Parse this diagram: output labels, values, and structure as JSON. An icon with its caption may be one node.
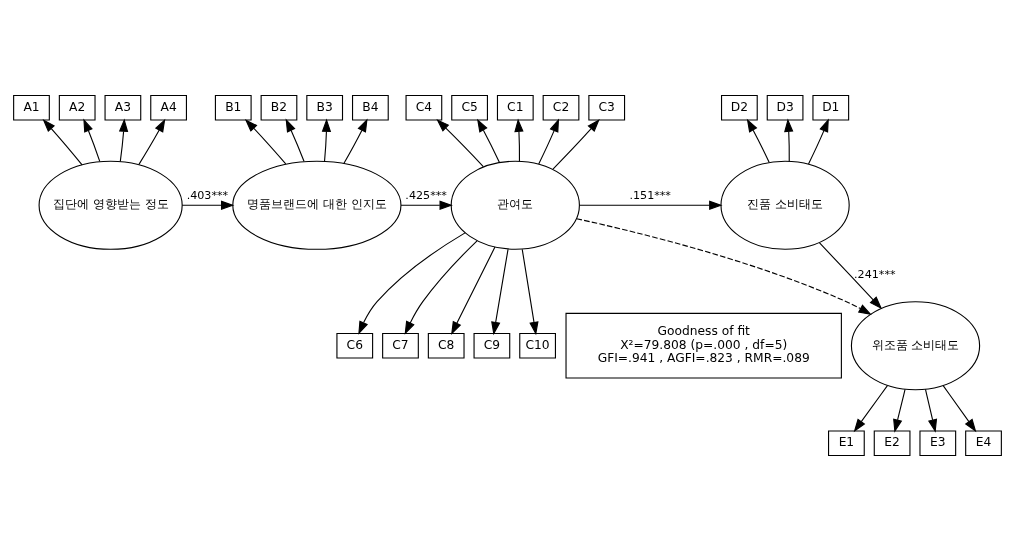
{
  "diagram": {
    "nodes": [
      {
        "text": [
          "A1"
        ]
      },
      {
        "text": [
          "A2"
        ]
      },
      {
        "text": [
          "A3"
        ]
      },
      {
        "text": [
          "A4"
        ]
      },
      {
        "text": [
          "B1"
        ]
      },
      {
        "text": [
          "B2"
        ]
      },
      {
        "text": [
          "B3"
        ]
      },
      {
        "text": [
          "B4"
        ]
      },
      {
        "text": [
          "C1"
        ]
      },
      {
        "text": [
          "C2"
        ]
      },
      {
        "text": [
          "C3"
        ]
      },
      {
        "text": [
          "C4"
        ]
      },
      {
        "text": [
          "C5"
        ]
      },
      {
        "text": [
          "D1"
        ]
      },
      {
        "text": [
          "D2"
        ]
      },
      {
        "text": [
          "D3"
        ]
      },
      {
        "text": [
          "집단에 영향받는 정도"
        ]
      },
      {
        "text": [
          "명품브랜드에 대한 인지도"
        ]
      },
      {
        "text": [
          "관여도"
        ]
      },
      {
        "text": [
          "진품 소비태도"
        ]
      },
      {
        "text": [
          "C6"
        ]
      },
      {
        "text": [
          "C7"
        ]
      },
      {
        "text": [
          "C8"
        ]
      },
      {
        "text": [
          "C9"
        ]
      },
      {
        "text": [
          "C10"
        ]
      },
      {
        "text": [
          "위조품 소비태도"
        ]
      },
      {
        "text": [
          "E1"
        ]
      },
      {
        "text": [
          "E2"
        ]
      },
      {
        "text": [
          "E3"
        ]
      },
      {
        "text": [
          "E4"
        ]
      },
      {
        "text": [
          "Goodness of fit",
          "X²=79.808 (p=.000 , df=5)",
          "GFI=.941 , AGFI=.823 , RMR=.089"
        ]
      }
    ],
    "edges": [
      {
        "from": 16,
        "to": 0,
        "arrow": "to"
      },
      {
        "from": 16,
        "to": 1,
        "arrow": "to"
      },
      {
        "from": 16,
        "to": 2,
        "arrow": "to"
      },
      {
        "from": 16,
        "to": 3,
        "arrow": "to"
      },
      {
        "from": 17,
        "to": 4,
        "arrow": "to"
      },
      {
        "from": 17,
        "to": 5,
        "arrow": "to"
      },
      {
        "from": 17,
        "to": 6,
        "arrow": "to"
      },
      {
        "from": 17,
        "to": 7,
        "arrow": "to"
      },
      {
        "from": 18,
        "to": 8,
        "arrow": "to"
      },
      {
        "from": 18,
        "to": 9,
        "arrow": "to"
      },
      {
        "from": 18,
        "to": 10,
        "arrow": "to"
      },
      {
        "from": 18,
        "to": 11,
        "arrow": "to"
      },
      {
        "from": 18,
        "to": 12,
        "arrow": "to"
      },
      {
        "from": 19,
        "to": 13,
        "arrow": "to"
      },
      {
        "from": 19,
        "to": 14,
        "arrow": "to"
      },
      {
        "from": 19,
        "to": 15,
        "arrow": "to"
      },
      {
        "from": 16,
        "to": 17,
        "arrow": "to",
        "label": ".403***"
      },
      {
        "from": 17,
        "to": 18,
        "arrow": "to",
        "label": ".425***"
      },
      {
        "from": 18,
        "to": 19,
        "arrow": "to",
        "label": ".151***"
      },
      {
        "from": 19,
        "to": 25,
        "arrow": "to",
        "label": ".241***"
      },
      {
        "from": 18,
        "to": 25,
        "arrow": "to",
        "style": "dashed"
      },
      {
        "from": 18,
        "to": 20,
        "arrow": "to"
      },
      {
        "from": 18,
        "to": 21,
        "arrow": "to"
      },
      {
        "from": 18,
        "to": 22,
        "arrow": "to"
      },
      {
        "from": 18,
        "to": 23,
        "arrow": "to"
      },
      {
        "from": 18,
        "to": 24,
        "arrow": "to"
      },
      {
        "from": 25,
        "to": 26,
        "arrow": "to"
      },
      {
        "from": 25,
        "to": 27,
        "arrow": "to"
      },
      {
        "from": 25,
        "to": 28,
        "arrow": "to"
      },
      {
        "from": 25,
        "to": 29,
        "arrow": "to"
      }
    ]
  }
}
